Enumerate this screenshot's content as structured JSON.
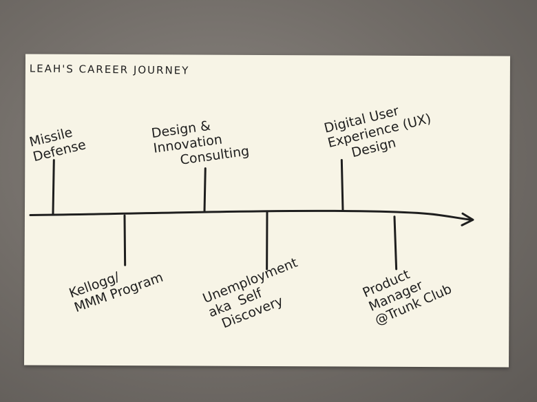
{
  "title": "LEAH'S CAREER JOURNEY",
  "milestones_above": [
    {
      "text": "Missile\nDefense"
    },
    {
      "text": "Design &\nInnovation\n      Consulting"
    },
    {
      "text": "Digital User\nExperience (UX)\n     Design"
    }
  ],
  "milestones_below": [
    {
      "text": "Kellogg/\nMMM Program"
    },
    {
      "text": "Unemployment\naka  Self\n  Discovery"
    },
    {
      "text": "Product\nManager\n@Trunk Club"
    }
  ],
  "colors": {
    "ink": "#1e1e1e",
    "paper": "#f7f4e6",
    "background": "#716c67"
  }
}
